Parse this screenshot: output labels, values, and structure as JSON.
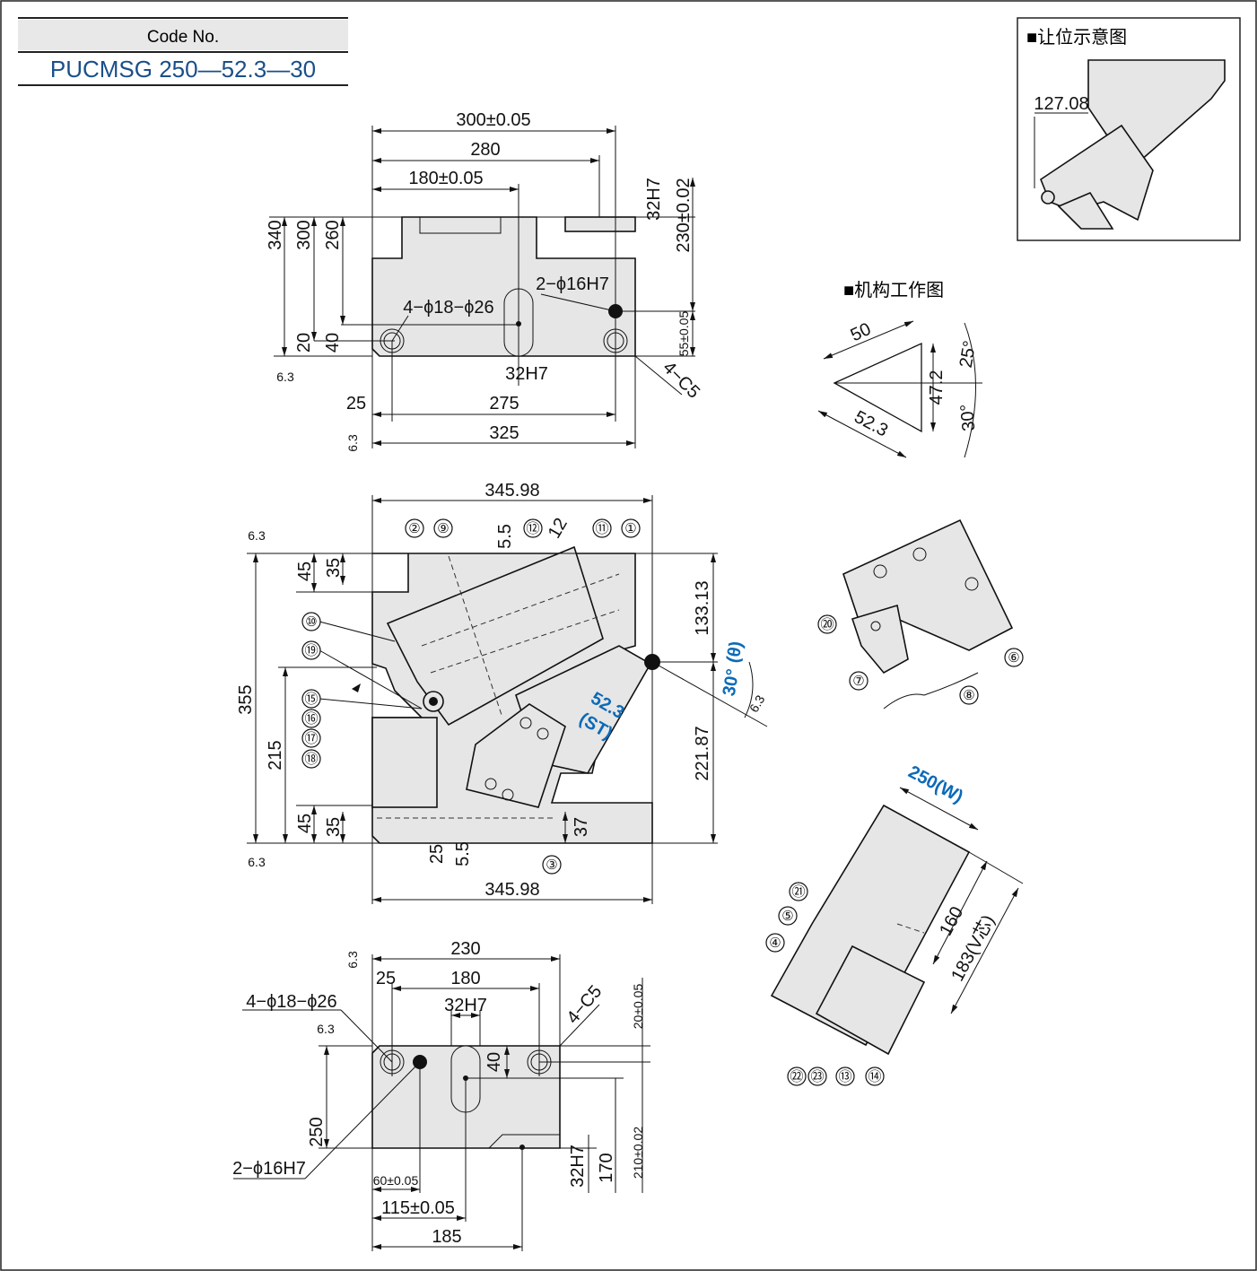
{
  "header": {
    "code_label": "Code No.",
    "code_value": "PUCMSG 250—52.3—30",
    "code_color": "#1a4f8a"
  },
  "inset_clearance": {
    "title": "■让位示意图",
    "dim": "127.08"
  },
  "inset_mechanism": {
    "title": "■机构工作图",
    "d50": "50",
    "d52_3": "52.3",
    "d47_2": "47.2",
    "a25": "25°",
    "a30": "30°"
  },
  "top_view": {
    "d300": "300±0.05",
    "d280": "280",
    "d180": "180±0.05",
    "v340": "340",
    "v300": "300",
    "v260": "260",
    "v20": "20",
    "v40": "40",
    "h32h7_right": "32H7",
    "v230": "230±0.02",
    "pin_holes": "2−ϕ16H7",
    "bolt_holes": "4−ϕ18−ϕ26",
    "v55": "55±0.05",
    "h32h7_slot": "32H7",
    "chamfer": "4−C5",
    "d25": "25",
    "d275": "275",
    "d325": "325",
    "rough1": "6.3",
    "rough2": "6.3"
  },
  "front_view": {
    "w_top": "345.98",
    "w_bottom": "345.98",
    "h355": "355",
    "h215": "215",
    "h45_top": "45",
    "h35_top": "35",
    "h45_bot": "45",
    "h35_bot": "35",
    "h133": "133.13",
    "h221": "221.87",
    "angle": "30°",
    "angle_sym": "(θ)",
    "stroke": "52.3",
    "stroke_sym": "(ST)",
    "d5_5_top": "5.5",
    "d12": "12",
    "d25": "25",
    "d5_5_bot": "5.5",
    "d37": "37",
    "rough_top": "6.3",
    "rough_bot": "6.3",
    "rough_right": "6.3",
    "accent_color": "#0b6ab8"
  },
  "bottom_view": {
    "d230": "230",
    "d25": "25",
    "d180": "180",
    "d32h7": "32H7",
    "chamfer": "4−C5",
    "v20": "20±0.05",
    "bolt_holes": "4−ϕ18−ϕ26",
    "rough1": "6.3",
    "rough2": "6.3",
    "v40": "40",
    "v250": "250",
    "pin_holes": "2−ϕ16H7",
    "d60": "60±0.05",
    "d115": "115±0.05",
    "d185": "185",
    "v32h7": "32H7",
    "v170": "170",
    "v210": "210±0.02"
  },
  "side_view": {
    "width": "250(W)",
    "d160": "160",
    "d183": "183(V芯)"
  },
  "balloons": {
    "b1": "①",
    "b2": "②",
    "b3": "③",
    "b4": "④",
    "b5": "⑤",
    "b6": "⑥",
    "b7": "⑦",
    "b8": "⑧",
    "b9": "⑨",
    "b10": "⑩",
    "b11": "⑪",
    "b12": "⑫",
    "b13": "⑬",
    "b14": "⑭",
    "b15": "⑮",
    "b16": "⑯",
    "b17": "⑰",
    "b18": "⑱",
    "b19": "⑲",
    "b20": "⑳",
    "b21": "㉑",
    "b22": "㉒",
    "b23": "㉓"
  }
}
